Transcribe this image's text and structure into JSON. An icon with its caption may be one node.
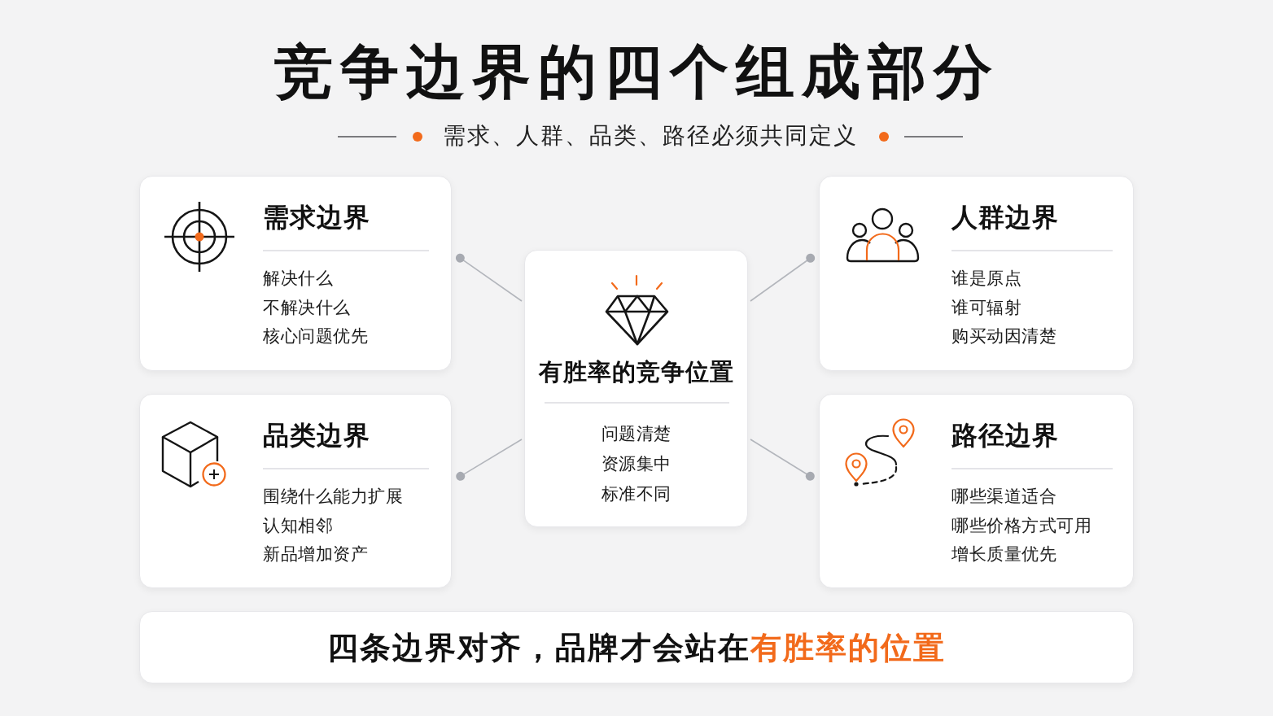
{
  "diagram": {
    "title": "竞争边界的四个组成部分",
    "nodes": [
      {
        "text": [
          "需求边界",
          "解决什么",
          "不解决什么",
          "核心问题优先"
        ]
      },
      {
        "text": [
          "人群边界",
          "谁是原点",
          "谁可辐射",
          "购买动因清楚"
        ]
      },
      {
        "text": [
          "有胜率的竞争位置",
          "问题清楚",
          "资源集中",
          "标准不同"
        ]
      },
      {
        "text": [
          "品类边界",
          "围绕什么能力扩展",
          "认知相邻",
          "新品增加资产"
        ]
      },
      {
        "text": [
          "路径边界",
          "哪些渠道适合",
          "哪些价格方式可用",
          "增长质量优先"
        ]
      },
      {
        "text": [
          "四条边界对齐，品牌才会站在",
          "有胜率的位置"
        ]
      }
    ],
    "edges": [
      {
        "from": 0,
        "to": 2,
        "arrow": "other"
      },
      {
        "from": 1,
        "to": 2,
        "arrow": "other"
      },
      {
        "from": 3,
        "to": 2,
        "arrow": "other"
      },
      {
        "from": 4,
        "to": 2,
        "arrow": "other"
      }
    ],
    "labels": [
      "需求、人群、品类、路径必须共同定义"
    ]
  }
}
